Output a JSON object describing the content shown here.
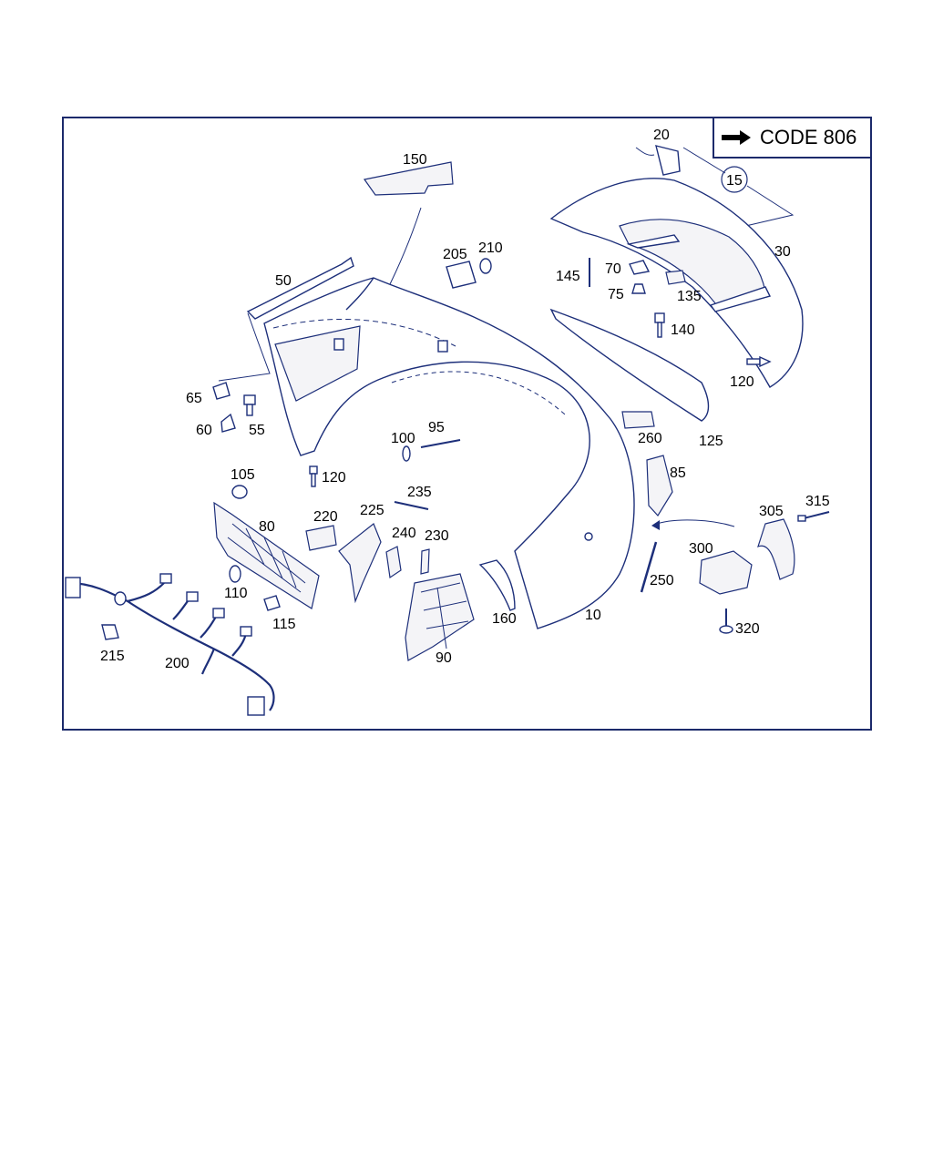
{
  "header": {
    "code_label": "CODE 806",
    "arrow_icon": "right-arrow-icon"
  },
  "colors": {
    "line": "#1d2f7a",
    "frame": "#1c2a6b",
    "label": "#000000"
  },
  "callouts": {
    "c10": "10",
    "c15": "15",
    "c20": "20",
    "c30": "30",
    "c50": "50",
    "c55": "55",
    "c60": "60",
    "c65": "65",
    "c70": "70",
    "c75": "75",
    "c80": "80",
    "c85": "85",
    "c90": "90",
    "c95": "95",
    "c100": "100",
    "c105": "105",
    "c110": "110",
    "c115": "115",
    "c120a": "120",
    "c120b": "120",
    "c125": "125",
    "c135": "135",
    "c140": "140",
    "c145": "145",
    "c150": "150",
    "c160": "160",
    "c200": "200",
    "c205": "205",
    "c210": "210",
    "c215": "215",
    "c220": "220",
    "c225": "225",
    "c230": "230",
    "c235": "235",
    "c240": "240",
    "c250": "250",
    "c260": "260",
    "c300": "300",
    "c305": "305",
    "c315": "315",
    "c320": "320"
  }
}
